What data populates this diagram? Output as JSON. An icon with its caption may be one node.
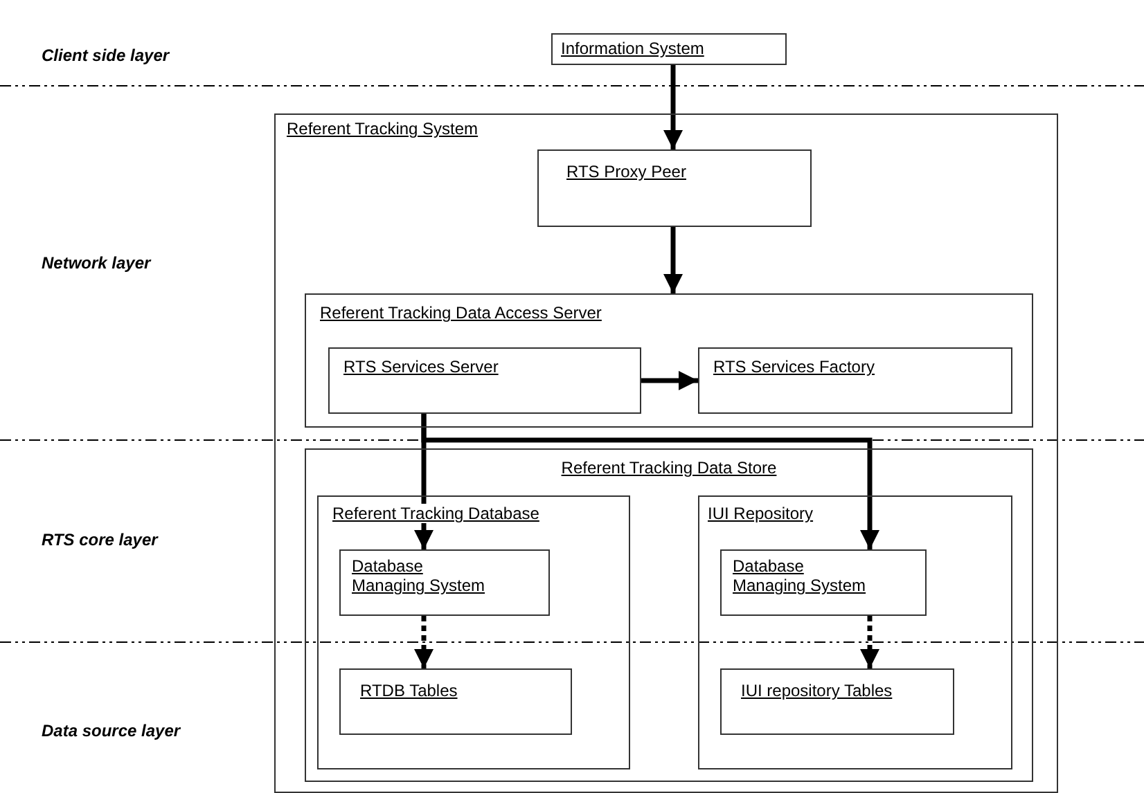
{
  "diagram": {
    "nodes": [
      {
        "text": [
          "Information System"
        ]
      },
      {
        "text": [
          "Referent Tracking System"
        ]
      },
      {
        "text": [
          "RTS Proxy Peer"
        ],
        "in": 1
      },
      {
        "text": [
          "Referent Tracking Data Access Server"
        ],
        "in": 1
      },
      {
        "text": [
          "RTS Services Server"
        ],
        "in": 3
      },
      {
        "text": [
          "RTS Services Factory"
        ],
        "in": 3
      },
      {
        "text": [
          "Referent Tracking Data Store"
        ],
        "in": 1
      },
      {
        "text": [
          "Referent Tracking Database"
        ],
        "in": 6
      },
      {
        "text": [
          "Database Managing System"
        ],
        "in": 7
      },
      {
        "text": [
          "RTDB Tables"
        ],
        "in": 7
      },
      {
        "text": [
          "IUI Repository"
        ],
        "in": 6
      },
      {
        "text": [
          "Database Managing System"
        ],
        "in": 10
      },
      {
        "text": [
          "IUI repository Tables"
        ],
        "in": 10
      }
    ],
    "edges": [
      {
        "from": 0,
        "to": 2,
        "arrow": "to"
      },
      {
        "from": 2,
        "to": 3,
        "arrow": "to"
      },
      {
        "from": 4,
        "to": 5,
        "arrow": "to"
      },
      {
        "from": 4,
        "to": 8,
        "arrow": "to"
      },
      {
        "from": 4,
        "to": 11,
        "arrow": "to"
      },
      {
        "from": 8,
        "to": 9,
        "arrow": "to",
        "style": "dashed"
      },
      {
        "from": 11,
        "to": 12,
        "arrow": "to",
        "style": "dashed"
      }
    ],
    "labels": [
      "Client side layer",
      "Network layer",
      "RTS core layer",
      "Data source layer"
    ]
  }
}
